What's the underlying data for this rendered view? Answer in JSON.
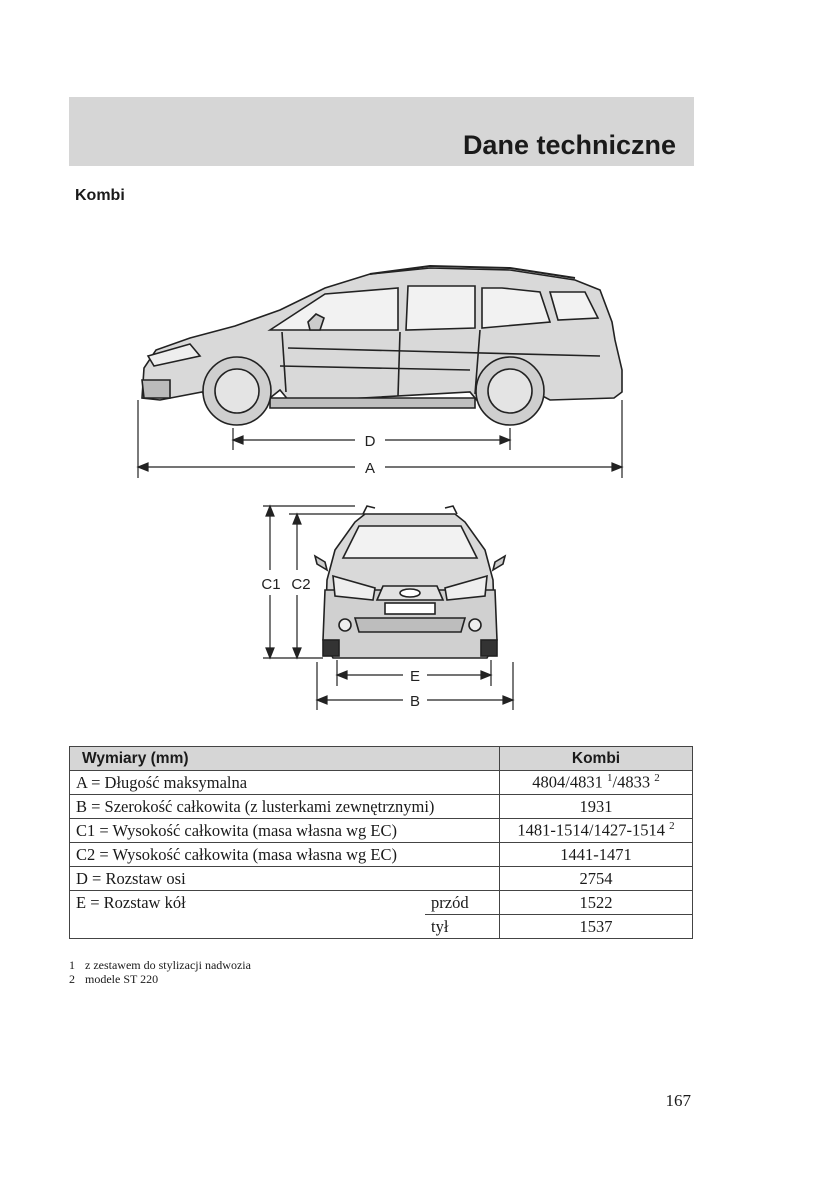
{
  "header": {
    "title": "Dane techniczne"
  },
  "section": {
    "subtitle": "Kombi"
  },
  "drawing": {
    "side_labels": {
      "d": "D",
      "a": "A"
    },
    "front_labels": {
      "c1": "C1",
      "c2": "C2",
      "e": "E",
      "b": "B"
    }
  },
  "table": {
    "headers": {
      "dimension": "Wymiary (mm)",
      "variant": "Kombi"
    },
    "rows": [
      {
        "desc": "A  = Długość maksymalna",
        "sub": "",
        "value": "4804/4831 ",
        "sup": "1",
        "value2": "/4833 ",
        "sup2": "2"
      },
      {
        "desc": "B  = Szerokość całkowita (z lusterkami zewnętrznymi)",
        "sub": "",
        "value": "1931"
      },
      {
        "desc": "C1 = Wysokość całkowita (masa własna wg EC)",
        "sub": "",
        "value": "1481-1514/1427-1514 ",
        "sup": "2"
      },
      {
        "desc": "C2 = Wysokość całkowita (masa własna wg EC)",
        "sub": "",
        "value": "1441-1471"
      },
      {
        "desc": "D  = Rozstaw osi",
        "sub": "",
        "value": "2754"
      },
      {
        "desc": "E  = Rozstaw kół",
        "sub": "przód",
        "value": "1522"
      },
      {
        "desc": "",
        "sub": "tył",
        "value": "1537"
      }
    ]
  },
  "footnotes": [
    {
      "num": "1",
      "text": "z zestawem do stylizacji nadwozia"
    },
    {
      "num": "2",
      "text": "modele ST 220"
    }
  ],
  "page_number": "167"
}
